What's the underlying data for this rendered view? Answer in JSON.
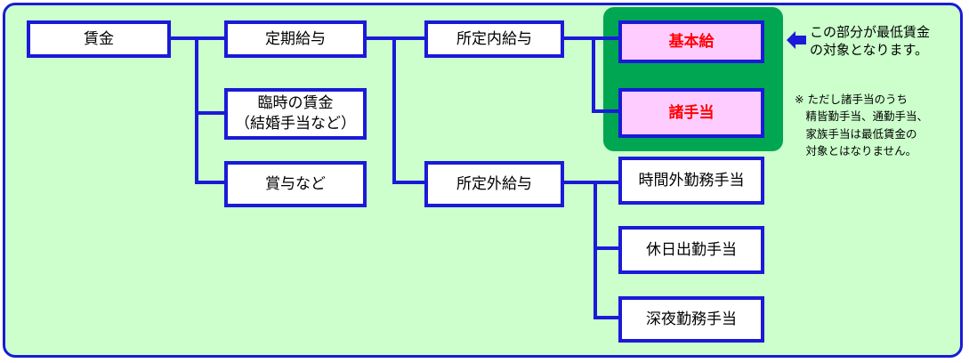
{
  "nodes": {
    "chingin": "賃金",
    "teiki_kyuyo": "定期給与",
    "rinji_chingin": "臨時の賃金\n（結婚手当など）",
    "shoyo": "賞与など",
    "shoteinai": "所定内給与",
    "shoteigai": "所定外給与",
    "kihonkyu": "基本給",
    "shoteate": "諸手当",
    "jikangai": "時間外勤務手当",
    "kyujitsu": "休日出勤手当",
    "shinya": "深夜勤務手当"
  },
  "notes": {
    "main": "この部分が最低賃金\nの対象となります。",
    "sub": "※ ただし諸手当のうち\n　精皆勤手当、通勤手当、\n　家族手当は最低賃金の\n　対象とはなりません。"
  },
  "colors": {
    "panel_bg": "#ccffcc",
    "border_blue": "#1a1ad8",
    "group_green": "#00a651",
    "highlight_box": "#ffccff",
    "highlight_text": "#ff0000"
  },
  "icons": {
    "pointer": "arrow-left-icon"
  }
}
